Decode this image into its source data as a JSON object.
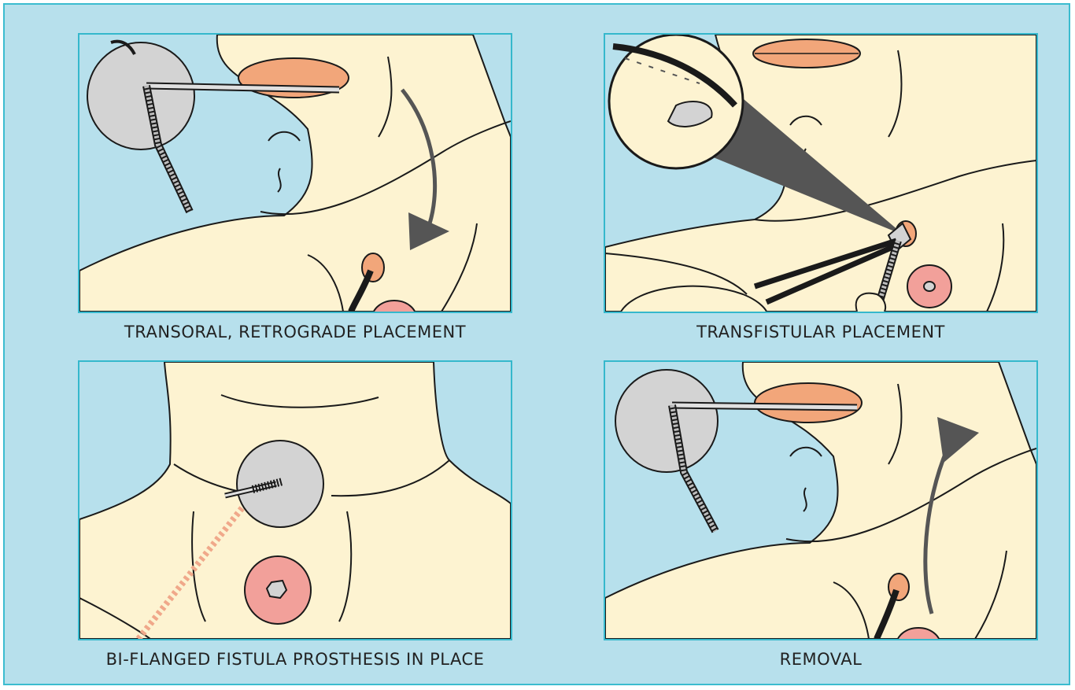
{
  "figure": {
    "panels": [
      {
        "caption": "TRANSORAL, RETROGRADE PLACEMENT",
        "arrow_direction": "down"
      },
      {
        "caption": "TRANSFISTULAR PLACEMENT"
      },
      {
        "caption": "BI-FLANGED FISTULA PROSTHESIS IN PLACE"
      },
      {
        "caption": "REMOVAL",
        "arrow_direction": "up"
      }
    ]
  },
  "colors": {
    "background": "#b7e0ec",
    "panel_border": "#35b8cc",
    "skin": "#fdf3d1",
    "mouth": "#f2a67a",
    "stoma": "#f2a09a",
    "mirror": "#d3d3d3",
    "arrow": "#555555",
    "outline": "#1a1a1a"
  }
}
